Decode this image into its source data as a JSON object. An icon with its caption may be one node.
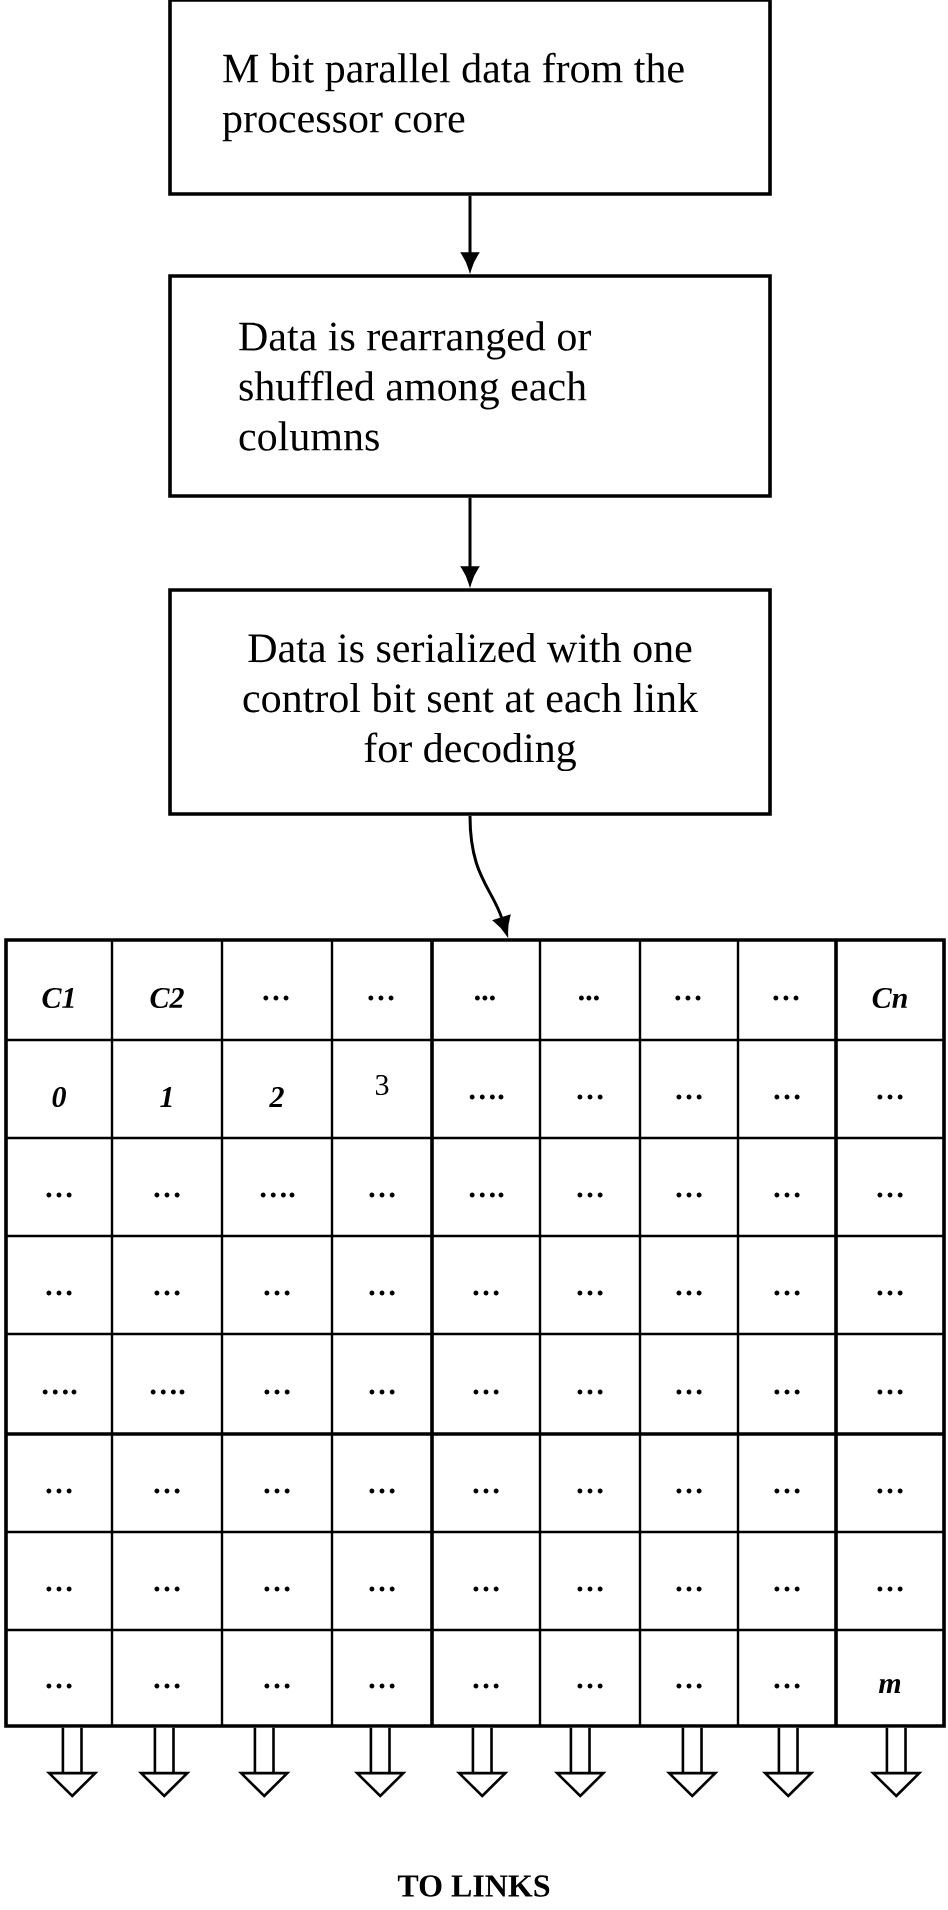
{
  "diagram": {
    "nodes": [
      {
        "text": [
          "M bit parallel data from the processor core"
        ]
      },
      {
        "text": [
          "Data is rearranged or shuffled among each columns"
        ]
      },
      {
        "text": [
          "Data is serialized with one control bit sent at each link for decoding"
        ]
      },
      {
        "text": [],
        "shape": "box"
      }
    ],
    "edges": [
      {
        "from": 0,
        "to": 1,
        "arrow": "to"
      },
      {
        "from": 1,
        "to": 2,
        "arrow": "to"
      },
      {
        "from": 2,
        "to": 3,
        "arrow": "to"
      },
      {
        "from": 3,
        "to": null,
        "arrow": "to"
      },
      {
        "from": 3,
        "to": null,
        "arrow": "to"
      },
      {
        "from": 3,
        "to": null,
        "arrow": "to"
      },
      {
        "from": 3,
        "to": null,
        "arrow": "to"
      },
      {
        "from": 3,
        "to": null,
        "arrow": "to"
      },
      {
        "from": 3,
        "to": null,
        "arrow": "to"
      },
      {
        "from": 3,
        "to": null,
        "arrow": "to"
      },
      {
        "from": 3,
        "to": null,
        "arrow": "to"
      },
      {
        "from": 3,
        "to": null,
        "arrow": "to"
      }
    ],
    "labels": [
      "C1",
      "C2",
      "…",
      "…",
      "...",
      "...",
      "…",
      "…",
      "Cn",
      "0",
      "1",
      "2",
      "3",
      "….",
      "…",
      "…",
      "…",
      "…",
      "…",
      "…",
      "….",
      "…",
      "….",
      "…",
      "…",
      "…",
      "…",
      "…",
      "…",
      "…",
      "…",
      "…",
      "…",
      "…",
      "…",
      "…",
      "….",
      "….",
      "…",
      "…",
      "…",
      "…",
      "…",
      "…",
      "…",
      "…",
      "…",
      "…",
      "…",
      "…",
      "…",
      "…",
      "…",
      "…",
      "…",
      "…",
      "…",
      "…",
      "…",
      "…",
      "…",
      "…",
      "…",
      "…",
      "…",
      "…",
      "…",
      "…",
      "…",
      "…",
      "…",
      "m",
      "TO LINKS"
    ]
  }
}
